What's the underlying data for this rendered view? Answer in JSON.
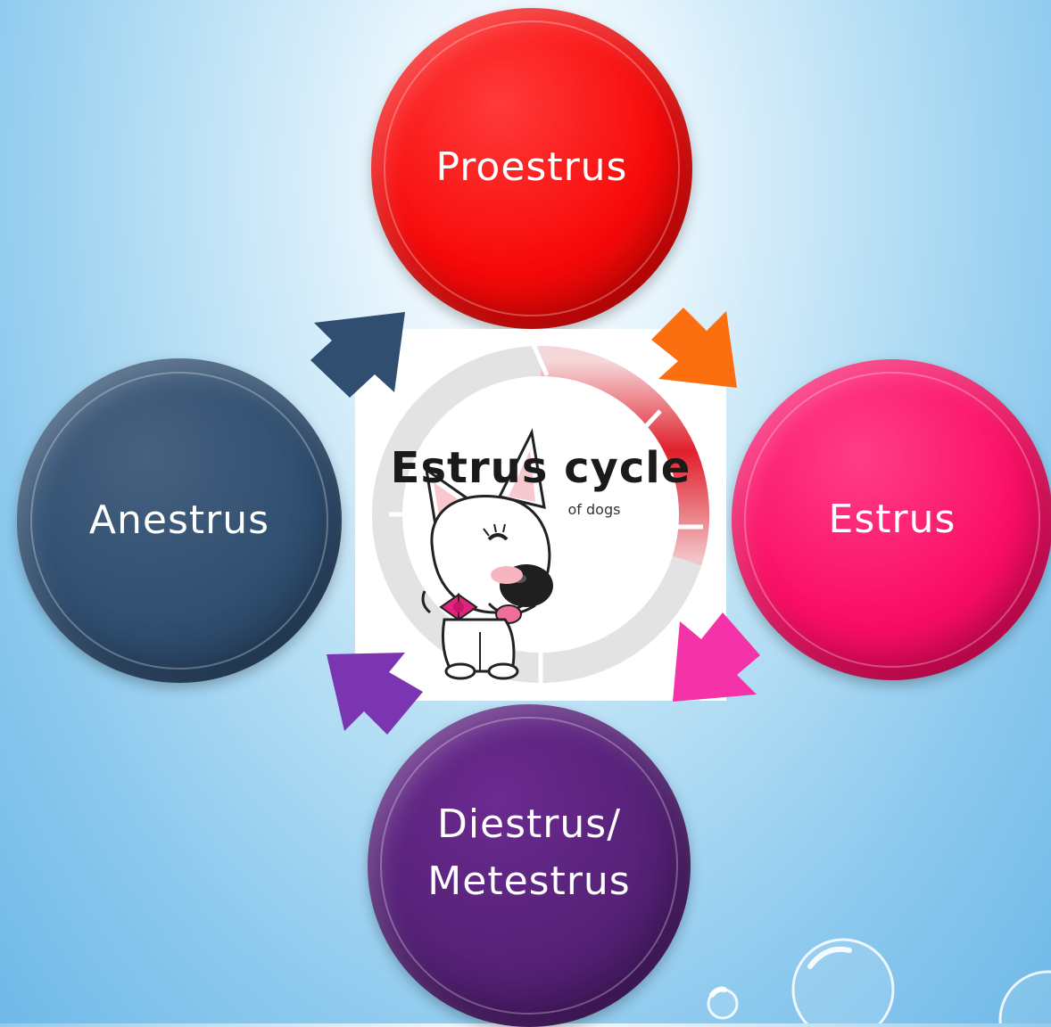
{
  "cycle": {
    "stages": [
      {
        "label": "Proestrus",
        "color": "#f80a0a"
      },
      {
        "label": "Estrus",
        "color": "#fb0f65"
      },
      {
        "label": "Diestrus/\nMetestrus",
        "color": "#552176"
      },
      {
        "label": "Anestrus",
        "color": "#304f71"
      }
    ],
    "arrows": [
      {
        "from": "Proestrus",
        "to": "Estrus",
        "color": "#fb6f10"
      },
      {
        "from": "Estrus",
        "to": "Diestrus/ Metestrus",
        "color": "#f533a8"
      },
      {
        "from": "Diestrus/ Metestrus",
        "to": "Anestrus",
        "color": "#7c35b0"
      },
      {
        "from": "Anestrus",
        "to": "Proestrus",
        "color": "#2f4e70"
      }
    ]
  },
  "center_image": {
    "title": "Estrus cycle",
    "subtitle": "of dogs",
    "ring_accent": "#e01f2b",
    "icon": "dog-cartoon-icon"
  }
}
